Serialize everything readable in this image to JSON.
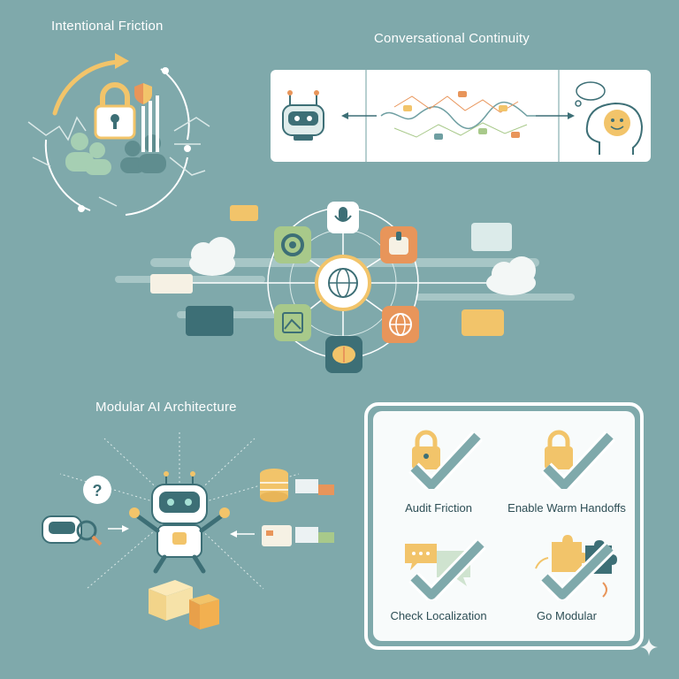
{
  "sections": {
    "friction": {
      "title": "Intentional Friction"
    },
    "continuity": {
      "title": "Conversational Continuity"
    },
    "modular": {
      "title": "Modular AI Architecture"
    }
  },
  "checklist": {
    "items": [
      {
        "label": "Audit Friction",
        "icon": "padlock-check-icon"
      },
      {
        "label": "Enable Warm Handoffs",
        "icon": "padlock-check-icon"
      },
      {
        "label": "Check Localization",
        "icon": "speech-bubbles-check-icon"
      },
      {
        "label": "Go Modular",
        "icon": "puzzle-check-icon"
      }
    ]
  },
  "colors": {
    "background": "#7fa9ab",
    "teal_dark": "#3d6f76",
    "gold": "#f2c46a",
    "orange": "#e8955a",
    "green": "#a8c98a",
    "cream": "#f6f1e4"
  }
}
